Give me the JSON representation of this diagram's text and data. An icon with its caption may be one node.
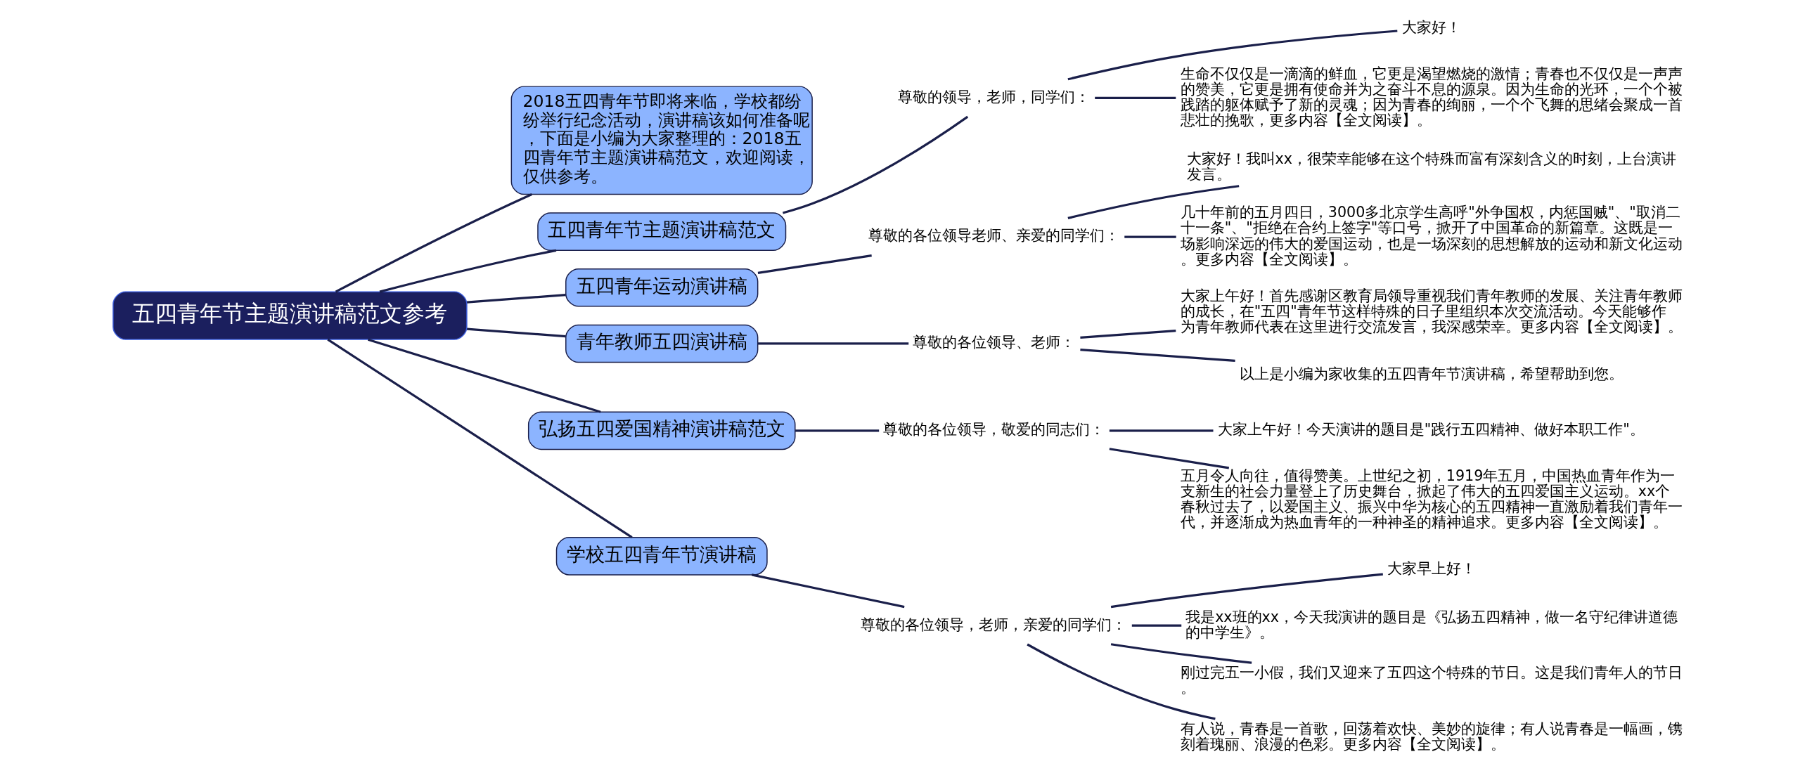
{
  "diagram": {
    "nodes": [
      {
        "text": [
          "五四青年节主题演讲稿范文参考"
        ]
      },
      {
        "text": [
          "2018五四青年节即将来临，学校都纷纷举行纪念活动，演讲稿该如何准备呢，下面是小编为大家整理的：2018五四青年节主题演讲稿范文，欢迎阅读，仅供参考。"
        ]
      },
      {
        "text": [
          "五四青年节主题演讲稿范文"
        ]
      },
      {
        "text": [
          "尊敬的领导，老师，同学们："
        ]
      },
      {
        "text": [
          "大家好！"
        ]
      },
      {
        "text": [
          "生命不仅仅是一滴滴的鲜血，它更是渴望燃烧的激情；青春也不仅仅是一声声的赞美，它更是拥有使命并为之奋斗不息的源泉。因为生命的光环，一个个被践踏的躯体赋予了新的灵魂；因为青春的绚丽，一个个飞舞的思绪会聚成一首悲壮的挽歌，更多内容【全文阅读】。"
        ]
      },
      {
        "text": [
          "五四青年运动演讲稿"
        ]
      },
      {
        "text": [
          "尊敬的各位领导老师、亲爱的同学们："
        ]
      },
      {
        "text": [
          "大家好！我叫xx，很荣幸能够在这个特殊而富有深刻含义的时刻，上台演讲发言。"
        ]
      },
      {
        "text": [
          "几十年前的五月四日，3000多北京学生高呼\"外争国权，内惩国贼\"、\"取消二十一条\"、\"拒绝在合约上签字\"等口号，掀开了中国革命的新篇章。这既是一场影响深远的伟大的爱国运动，也是一场深刻的思想解放的运动和新文化运动。更多内容【全文阅读】。"
        ]
      },
      {
        "text": [
          "青年教师五四演讲稿"
        ]
      },
      {
        "text": [
          "尊敬的各位领导、老师："
        ]
      },
      {
        "text": [
          "大家上午好！首先感谢区教育局领导重视我们青年教师的发展、关注青年教师的成长，在\"五四\"青年节这样特殊的日子里组织本次交流活动。今天能够作为青年教师代表在这里进行交流发言，我深感荣幸。更多内容【全文阅读】。"
        ]
      },
      {
        "text": [
          "以上是小编为家收集的五四青年节演讲稿，希望帮助到您。"
        ]
      },
      {
        "text": [
          "弘扬五四爱国精神演讲稿范文"
        ]
      },
      {
        "text": [
          "尊敬的各位领导，敬爱的同志们："
        ]
      },
      {
        "text": [
          "大家上午好！今天演讲的题目是\"践行五四精神、做好本职工作\"。"
        ]
      },
      {
        "text": [
          "五月令人向往，值得赞美。上世纪之初，1919年五月，中国热血青年作为一支新生的社会力量登上了历史舞台，掀起了伟大的五四爱国主义运动。xx个春秋过去了，以爱国主义、振兴中华为核心的五四精神一直激励着我们青年一代，并逐渐成为热血青年的一种神圣的精神追求。更多内容【全文阅读】。"
        ]
      },
      {
        "text": [
          "学校五四青年节演讲稿"
        ]
      },
      {
        "text": [
          "尊敬的各位领导，老师，亲爱的同学们："
        ]
      },
      {
        "text": [
          "大家早上好！"
        ]
      },
      {
        "text": [
          "我是xx班的xx，今天我演讲的题目是《弘扬五四精神，做一名守纪律讲道德的中学生》。"
        ]
      },
      {
        "text": [
          "刚过完五一小假，我们又迎来了五四这个特殊的节日。这是我们青年人的节日。"
        ]
      },
      {
        "text": [
          "有人说，青春是一首歌，回荡着欢快、美妙的旋律；有人说青春是一幅画，镌刻着瑰丽、浪漫的色彩。更多内容【全文阅读】。"
        ]
      }
    ],
    "edges": [
      {
        "from": 0,
        "to": 2,
        "arrow": "none"
      },
      {
        "from": 0,
        "to": 1,
        "arrow": "none"
      },
      {
        "from": 0,
        "to": 6,
        "arrow": "none"
      },
      {
        "from": 0,
        "to": 14,
        "arrow": "none"
      },
      {
        "from": 0,
        "to": 10,
        "arrow": "none"
      },
      {
        "from": 0,
        "to": 18,
        "arrow": "none"
      },
      {
        "from": 2,
        "to": 3,
        "arrow": "none"
      },
      {
        "from": 3,
        "to": 4,
        "arrow": "none"
      },
      {
        "from": 3,
        "to": 5,
        "arrow": "none"
      },
      {
        "from": 6,
        "to": 7,
        "arrow": "none"
      },
      {
        "from": 7,
        "to": 8,
        "arrow": "none"
      },
      {
        "from": 7,
        "to": 9,
        "arrow": "none"
      },
      {
        "from": 10,
        "to": 11,
        "arrow": "none"
      },
      {
        "from": 11,
        "to": 12,
        "arrow": "none"
      },
      {
        "from": 11,
        "to": 13,
        "arrow": "none"
      },
      {
        "from": 14,
        "to": 15,
        "arrow": "none"
      },
      {
        "from": 15,
        "to": 16,
        "arrow": "none"
      },
      {
        "from": 15,
        "to": 17,
        "arrow": "none"
      },
      {
        "from": 18,
        "to": 19,
        "arrow": "none"
      },
      {
        "from": 19,
        "to": 20,
        "arrow": "none"
      },
      {
        "from": 19,
        "to": 21,
        "arrow": "none"
      },
      {
        "from": 19,
        "to": 22,
        "arrow": "none"
      },
      {
        "from": 19,
        "to": 23,
        "arrow": "none"
      }
    ]
  }
}
